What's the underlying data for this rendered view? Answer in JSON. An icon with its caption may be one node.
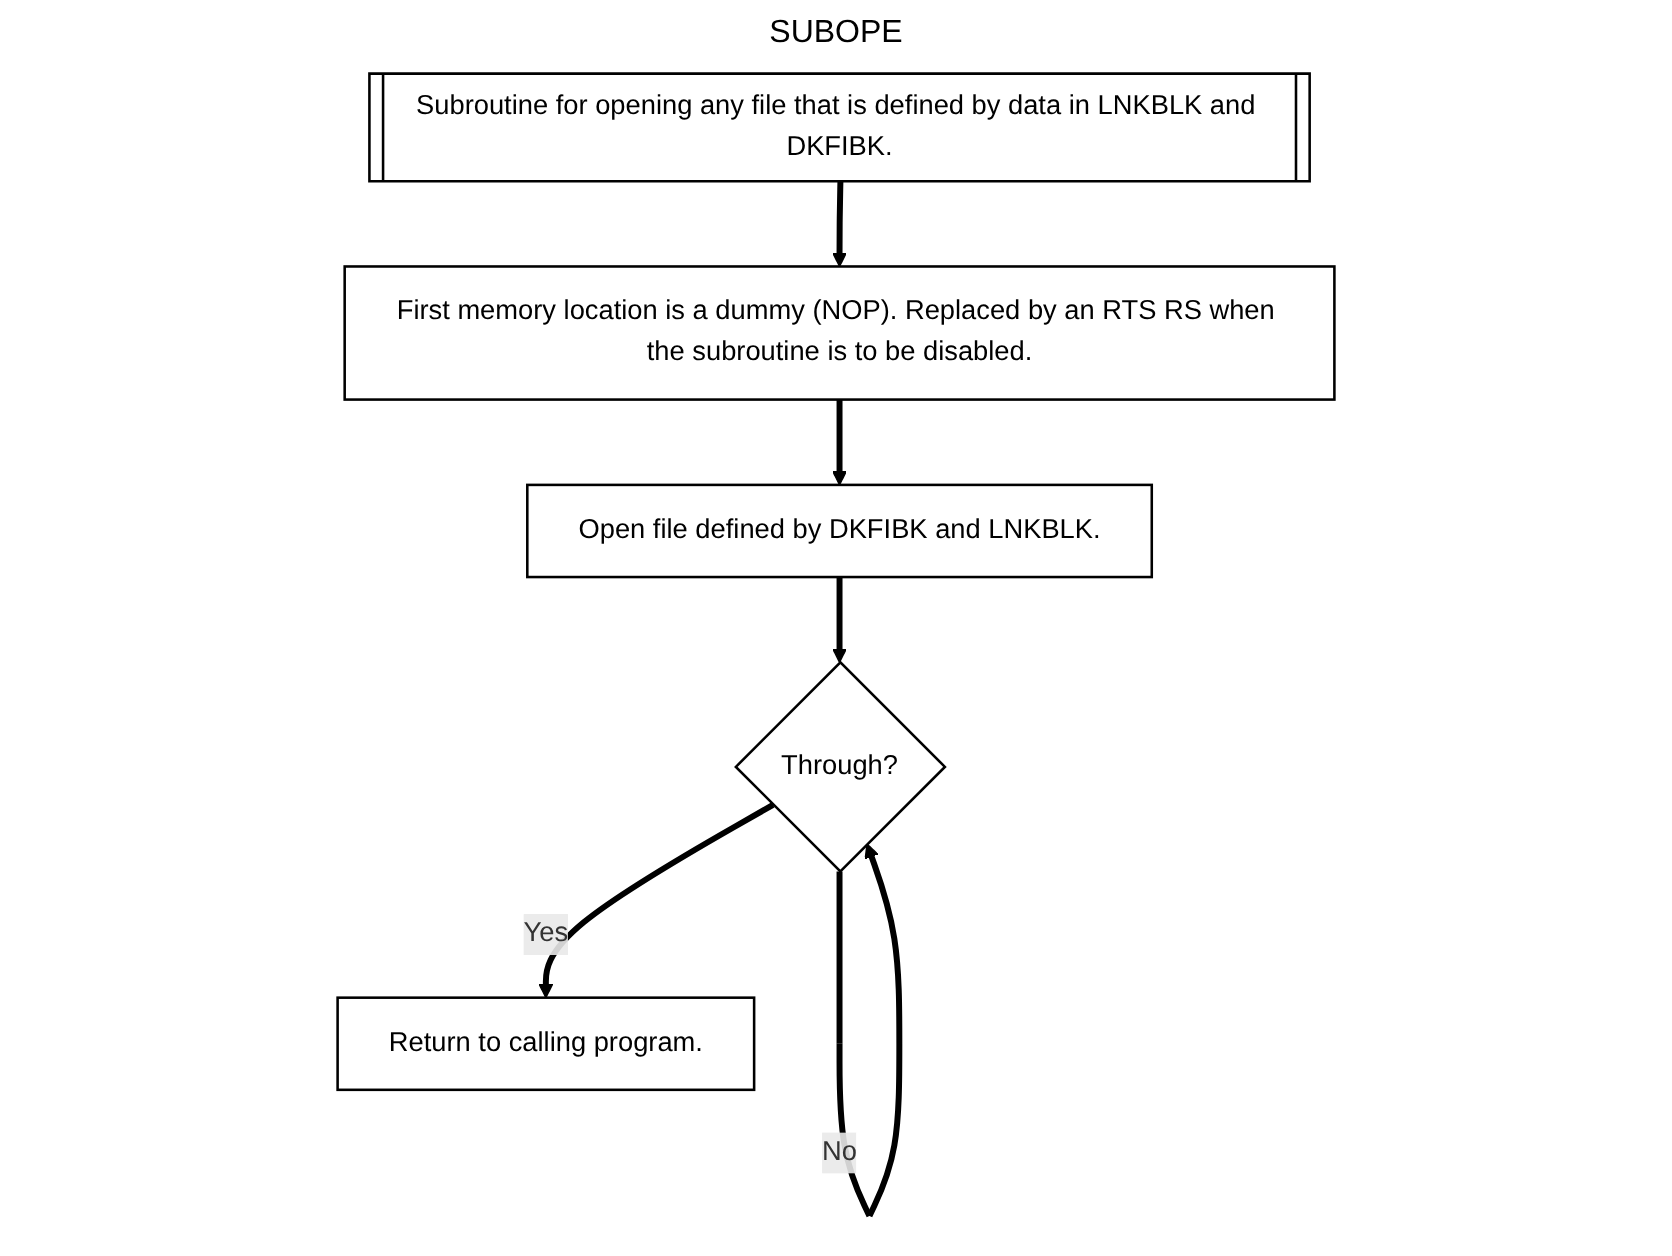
{
  "diagram": {
    "title": "SUBOPE",
    "nodes": [
      {
        "text": [
          "Subroutine for opening any file that is defined by data in LNKBLK and DKFIBK."
        ]
      },
      {
        "text": [
          "First memory location is a dummy (NOP). Replaced by an RTS RS when the subroutine is to be disabled."
        ]
      },
      {
        "text": [
          "Open file defined by DKFIBK and LNKBLK."
        ]
      },
      {
        "text": [
          "Through?"
        ]
      },
      {
        "text": [
          "Return to calling program."
        ]
      }
    ],
    "edges": [
      {
        "from": 0,
        "to": 1,
        "arrow": "to"
      },
      {
        "from": 1,
        "to": 2,
        "arrow": "to"
      },
      {
        "from": 2,
        "to": 3,
        "arrow": "to"
      },
      {
        "from": 3,
        "to": 3,
        "label": "No",
        "arrow": "to"
      },
      {
        "from": 3,
        "to": 4,
        "label": "Yes",
        "arrow": "to"
      }
    ]
  }
}
